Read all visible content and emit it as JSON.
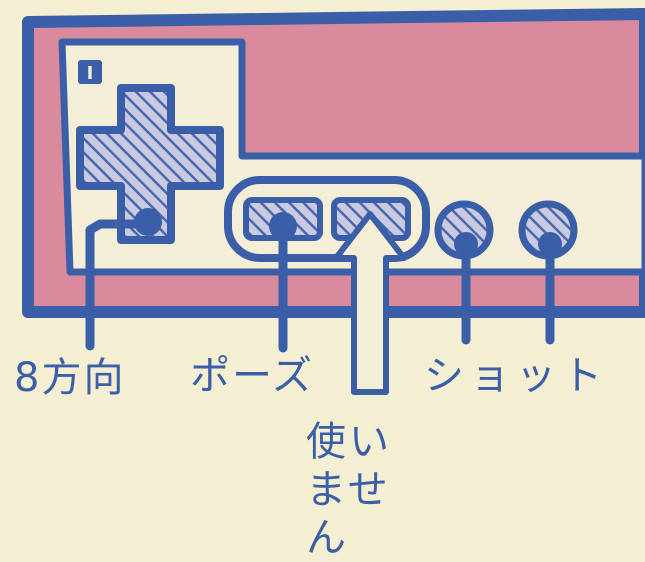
{
  "labels": {
    "dpad": "8方向",
    "pause": "ポーズ",
    "unused": "使いません",
    "shot": "ショット"
  },
  "controller_badge": "I",
  "colors": {
    "background": "#f4efd2",
    "body_pink": "#d98a9c",
    "outline_blue": "#3a5fa8",
    "face_cream": "#f3eed5",
    "hatch_blue": "#4a68b0"
  }
}
